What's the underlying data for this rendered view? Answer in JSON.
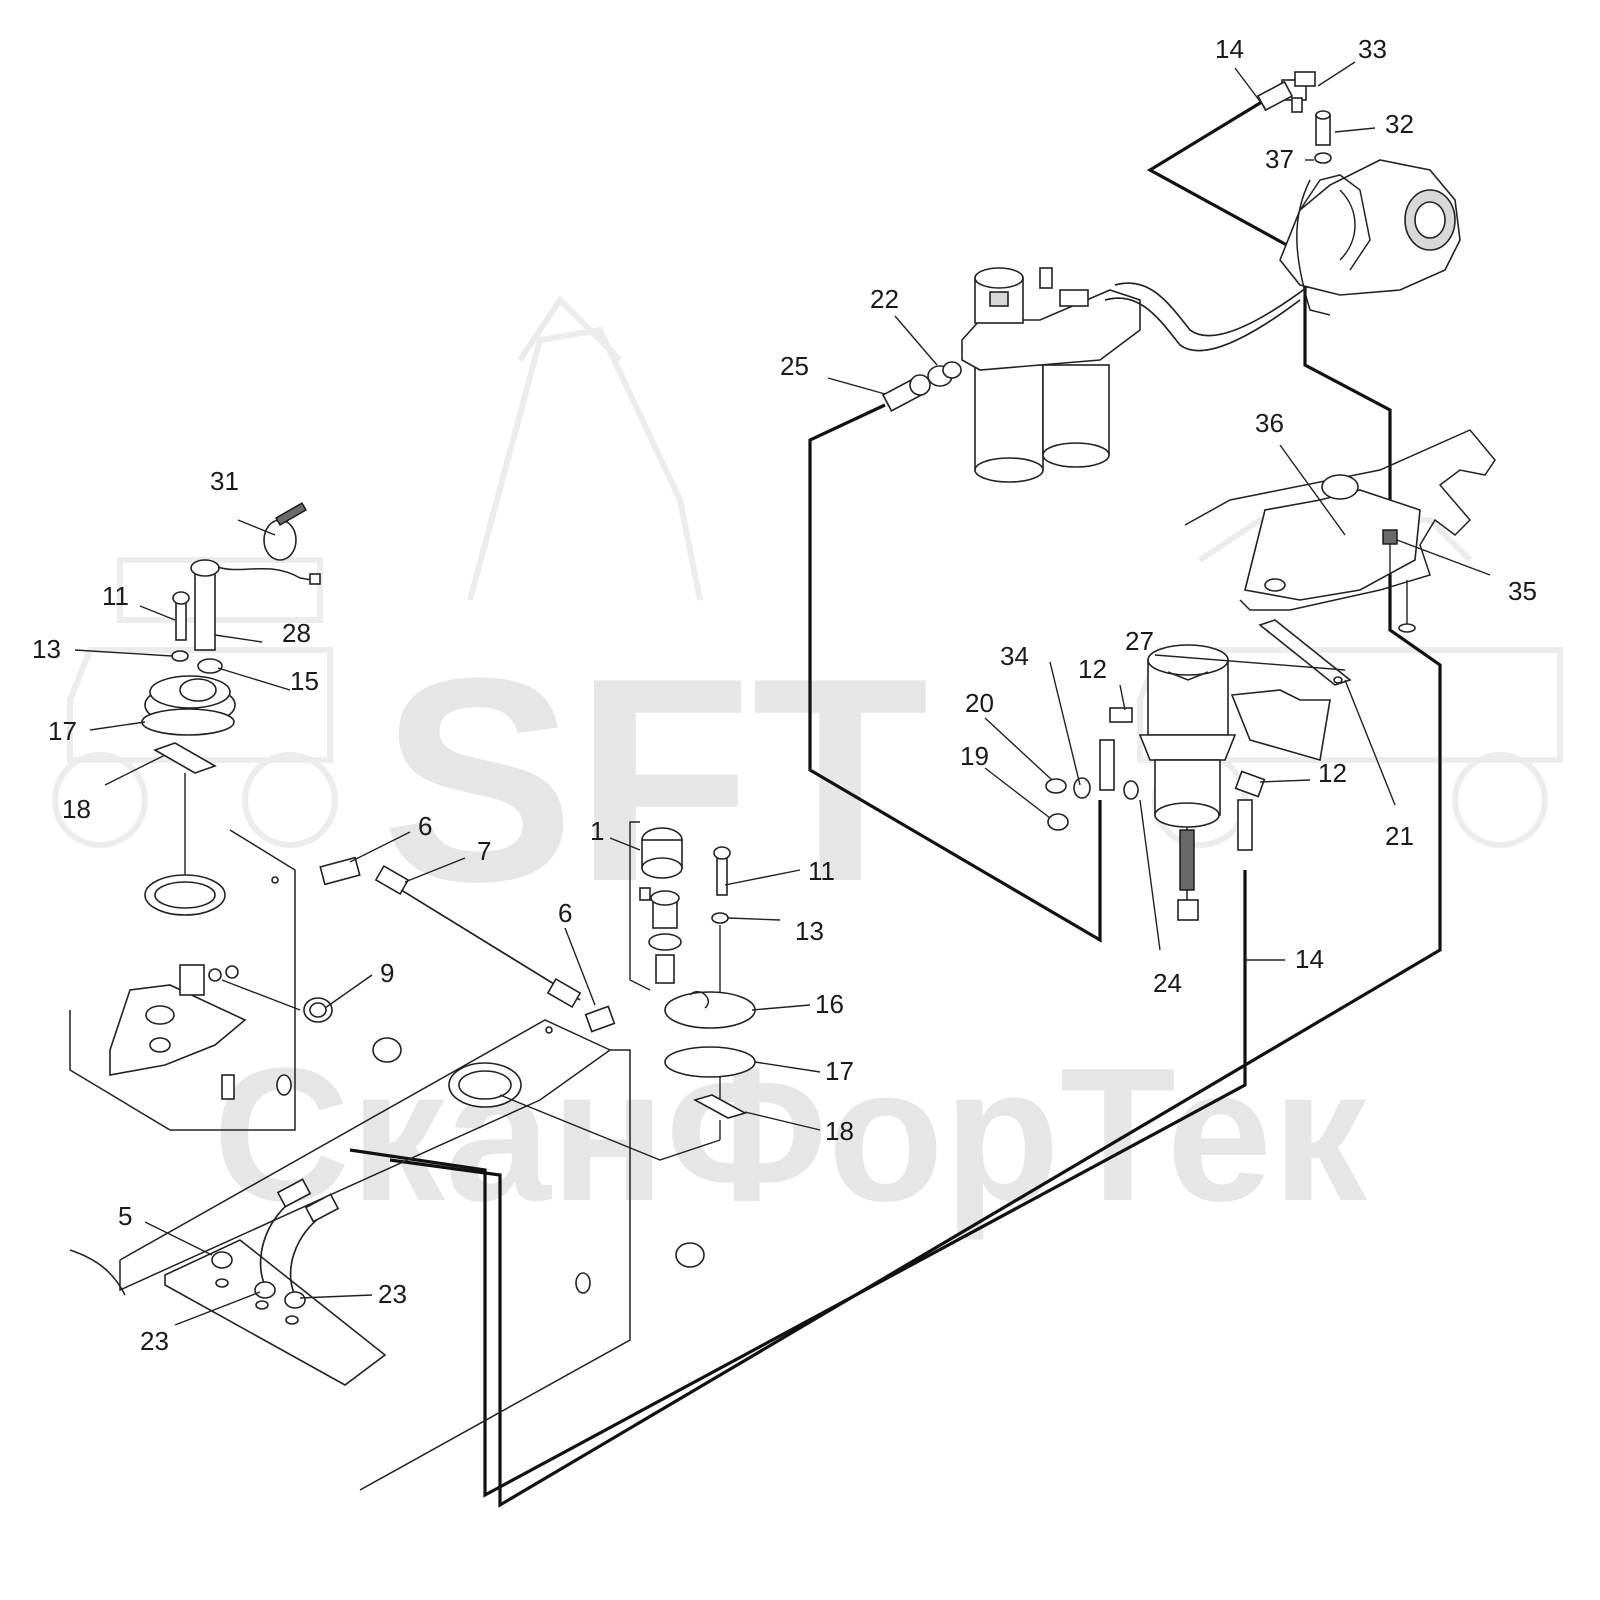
{
  "watermark": {
    "logo": "SFT",
    "brand": "СканФорТек"
  },
  "callouts": [
    {
      "id": "c1",
      "label": "1"
    },
    {
      "id": "c5",
      "label": "5"
    },
    {
      "id": "c6a",
      "label": "6"
    },
    {
      "id": "c6b",
      "label": "6"
    },
    {
      "id": "c7",
      "label": "7"
    },
    {
      "id": "c9",
      "label": "9"
    },
    {
      "id": "c11a",
      "label": "11"
    },
    {
      "id": "c11b",
      "label": "11"
    },
    {
      "id": "c12a",
      "label": "12"
    },
    {
      "id": "c12b",
      "label": "12"
    },
    {
      "id": "c13a",
      "label": "13"
    },
    {
      "id": "c13b",
      "label": "13"
    },
    {
      "id": "c14a",
      "label": "14"
    },
    {
      "id": "c14b",
      "label": "14"
    },
    {
      "id": "c15",
      "label": "15"
    },
    {
      "id": "c16",
      "label": "16"
    },
    {
      "id": "c17a",
      "label": "17"
    },
    {
      "id": "c17b",
      "label": "17"
    },
    {
      "id": "c18a",
      "label": "18"
    },
    {
      "id": "c18b",
      "label": "18"
    },
    {
      "id": "c19",
      "label": "19"
    },
    {
      "id": "c20",
      "label": "20"
    },
    {
      "id": "c21",
      "label": "21"
    },
    {
      "id": "c22",
      "label": "22"
    },
    {
      "id": "c23a",
      "label": "23"
    },
    {
      "id": "c23b",
      "label": "23"
    },
    {
      "id": "c24",
      "label": "24"
    },
    {
      "id": "c25",
      "label": "25"
    },
    {
      "id": "c27",
      "label": "27"
    },
    {
      "id": "c28",
      "label": "28"
    },
    {
      "id": "c31",
      "label": "31"
    },
    {
      "id": "c32",
      "label": "32"
    },
    {
      "id": "c33",
      "label": "33"
    },
    {
      "id": "c34",
      "label": "34"
    },
    {
      "id": "c35",
      "label": "35"
    },
    {
      "id": "c36",
      "label": "36"
    },
    {
      "id": "c37",
      "label": "37"
    }
  ]
}
